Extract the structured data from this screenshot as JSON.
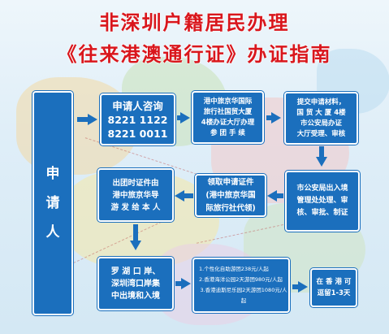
{
  "title": {
    "line1": "非深圳户籍居民办理",
    "line2": "《往来港澳通行证》办证指南"
  },
  "flow": {
    "applicant": [
      "申",
      "请",
      "人"
    ],
    "consult": [
      "申请人咨询",
      "8221 1122",
      "8221 0011"
    ],
    "agency": [
      "港中旅京华国际",
      "旅行社国贸大厦",
      "4楼办证大厅办理",
      "参 团 手 续"
    ],
    "submit": [
      "提交申请材料，",
      "国 贸 大 厦 4楼",
      "市公安局办证",
      "大厅受理、审核"
    ],
    "pickup": [
      "出团时证件由",
      "港中旅京华导",
      "游 发 给 本 人"
    ],
    "collect": [
      "领取申请证件",
      "(港中旅京华国",
      "际旅行社代领)"
    ],
    "bureau": [
      "市公安局出入境",
      "管理处处理、审",
      "核、审批、制证"
    ],
    "border": [
      "罗 湖 口 岸、",
      "深圳湾口岸集",
      "中出境和入境"
    ],
    "tours": [
      "1.个性化自助游团238元/人起",
      "2.香港海洋公园2天游团980元/人起",
      "3.香港迪斯尼乐园2天游团1080元/人起"
    ],
    "stay": [
      "在 香 港 可",
      "逗留1-3天"
    ]
  },
  "colors": {
    "title_red": "#d9161c",
    "box_blue": "#1b6fbd"
  }
}
